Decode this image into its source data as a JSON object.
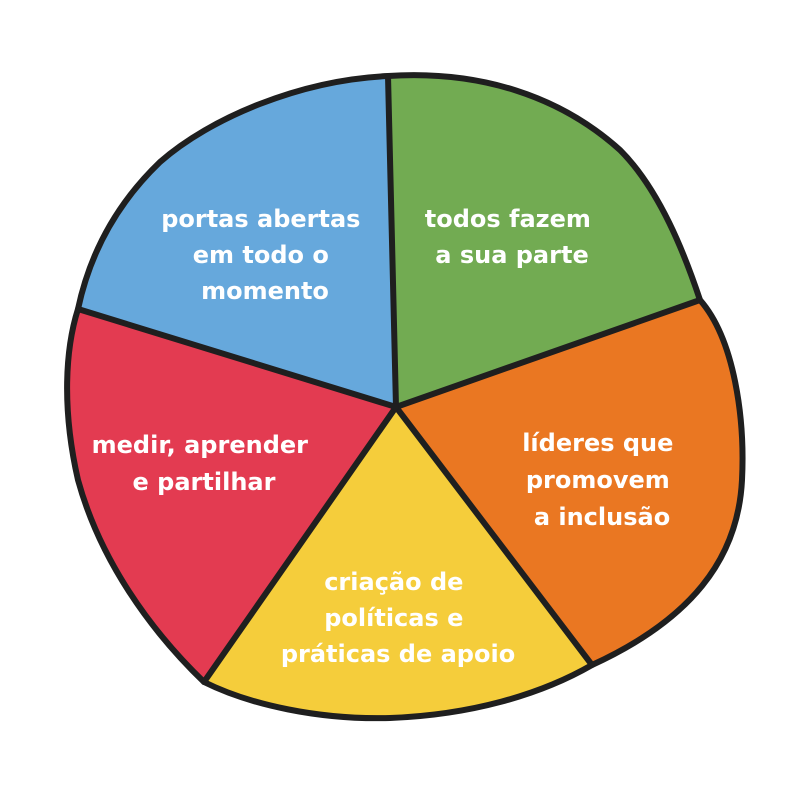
{
  "segments": [
    {
      "id": "portas",
      "color": "#66a8dc",
      "lines": [
        "portas abertas",
        "em todo o",
        "momento"
      ]
    },
    {
      "id": "todos",
      "color": "#72ab52",
      "lines": [
        "todos fazem",
        "a sua parte"
      ]
    },
    {
      "id": "lideres",
      "color": "#ea7722",
      "lines": [
        "líderes que",
        "promovem",
        "a inclusão"
      ]
    },
    {
      "id": "criacao",
      "color": "#f5cd3b",
      "lines": [
        "criação de",
        "políticas e",
        "práticas de apoio"
      ]
    },
    {
      "id": "medir",
      "color": "#e33b51",
      "lines": [
        "medir, aprender",
        "e partilhar"
      ]
    }
  ],
  "outline_color": "#1f1f1f"
}
